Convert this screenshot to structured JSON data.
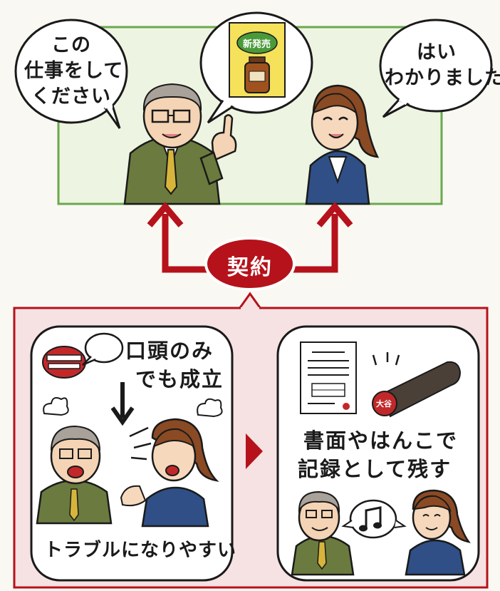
{
  "top_scene": {
    "boss_bubble": [
      "この",
      "仕事をして",
      "ください"
    ],
    "product_label": "新発売",
    "staff_bubble": [
      "はい",
      "わかりました"
    ]
  },
  "contract": {
    "label": "契約"
  },
  "bottom": {
    "left_panel": {
      "caption": [
        "口頭のみ",
        "でも成立"
      ],
      "footer": "トラブルになりやすい"
    },
    "right_panel": {
      "caption": [
        "書面やはんこで",
        "記録として残す"
      ],
      "stamp_mark": "大谷"
    }
  },
  "colors": {
    "green_frame": "#6aa84f",
    "green_fill": "#eef4e2",
    "red": "#b5121b",
    "pink_fill": "#f6e1e3"
  }
}
